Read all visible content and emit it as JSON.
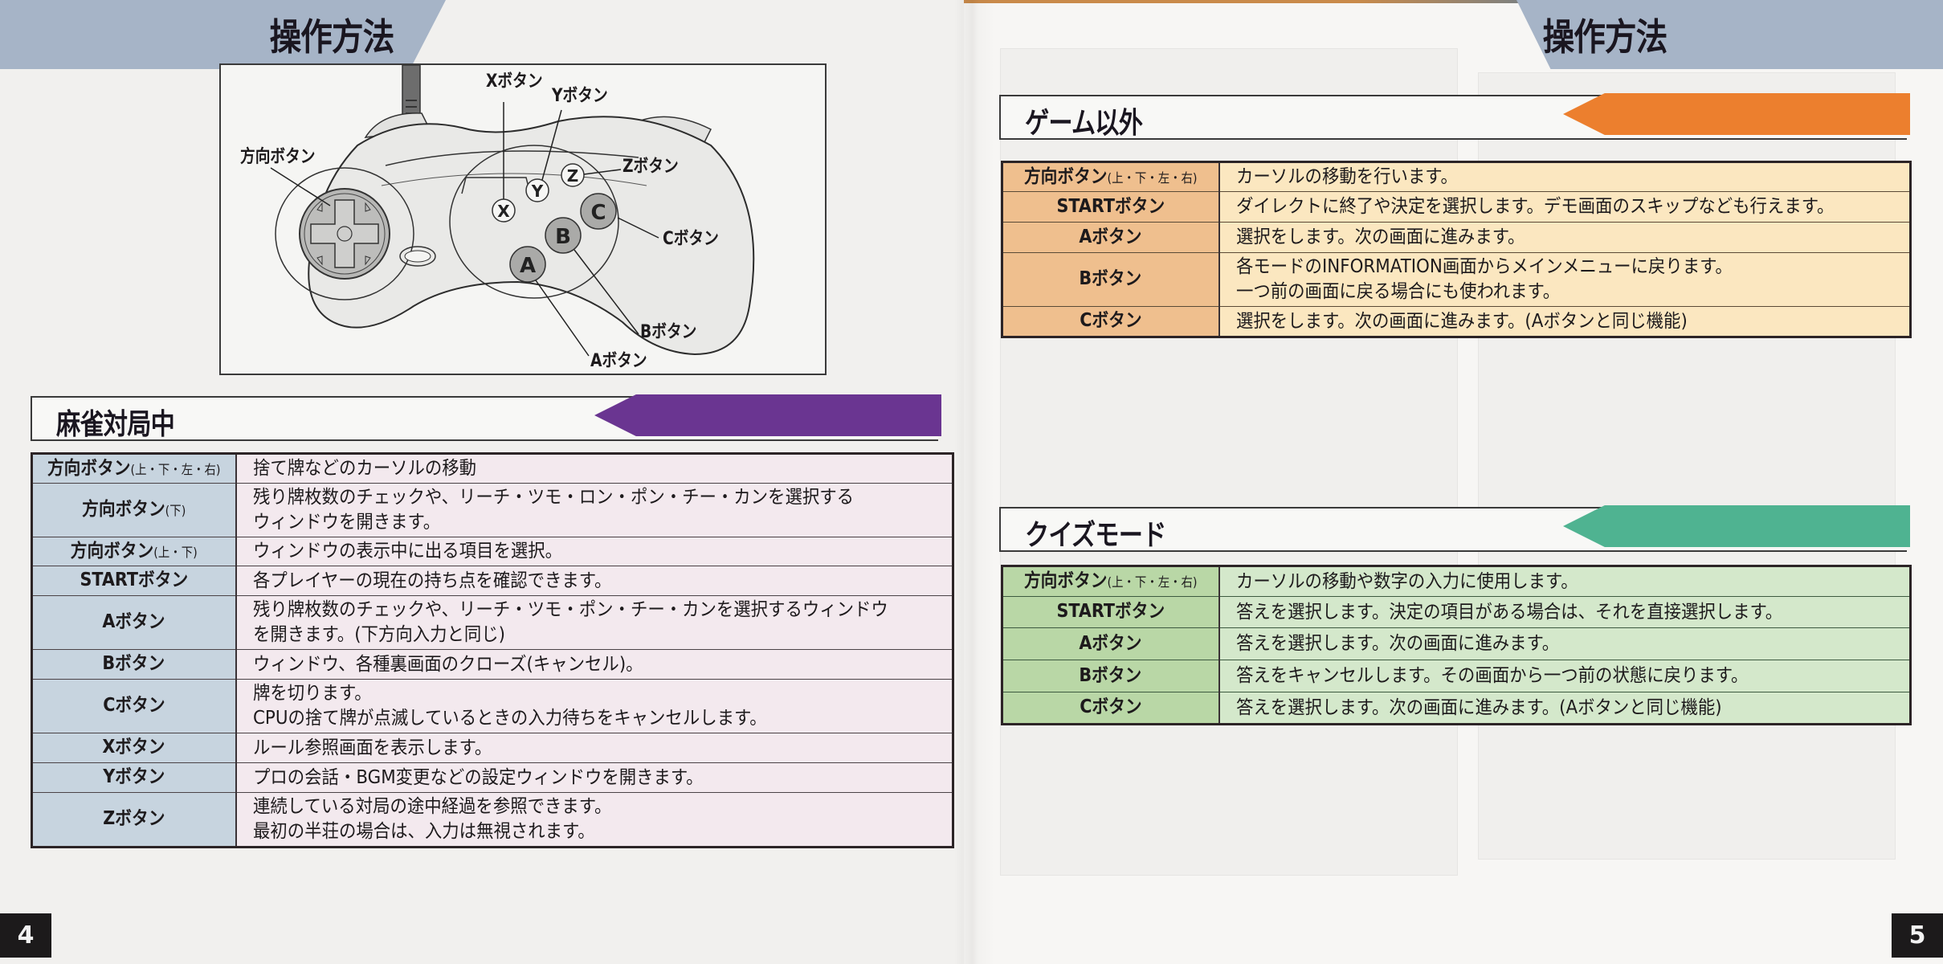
{
  "colors": {
    "title_banner": "#a6b4c7",
    "mahjong_accent": "#6a3591",
    "nongame_accent": "#ec7f2e",
    "quiz_accent": "#4fb391",
    "mahjong_key_bg": "#c7d4df",
    "mahjong_desc_bg": "#f3e9ee",
    "nongame_key_bg": "#efbf8e",
    "nongame_desc_bg": "#fbe7c0",
    "quiz_key_bg": "#b9d7a6",
    "quiz_desc_bg": "#d4e8cb"
  },
  "left_page": {
    "title": "操作方法",
    "page_number": "4",
    "diagram": {
      "labels": {
        "dpad": "方向ボタン",
        "x": "Xボタン",
        "y": "Yボタン",
        "z": "Zボタン",
        "c": "Cボタン",
        "b": "Bボタン",
        "a": "Aボタン"
      },
      "button_glyphs": {
        "x": "X",
        "y": "Y",
        "z": "Z",
        "a": "A",
        "b": "B",
        "c": "C"
      }
    },
    "section": {
      "title": "麻雀対局中",
      "rows": [
        {
          "key": "方向ボタン",
          "key_sub": "(上・下・左・右)",
          "desc": [
            "捨て牌などのカーソルの移動"
          ]
        },
        {
          "key": "方向ボタン",
          "key_sub": "(下)",
          "desc": [
            "残り牌枚数のチェックや、リーチ・ツモ・ロン・ポン・チー・カンを選択する",
            "ウィンドウを開きます。"
          ]
        },
        {
          "key": "方向ボタン",
          "key_sub": "(上・下)",
          "desc": [
            "ウィンドウの表示中に出る項目を選択。"
          ]
        },
        {
          "key": "STARTボタン",
          "key_sub": "",
          "desc": [
            "各プレイヤーの現在の持ち点を確認できます。"
          ]
        },
        {
          "key": "Aボタン",
          "key_sub": "",
          "desc": [
            "残り牌枚数のチェックや、リーチ・ツモ・ポン・チー・カンを選択するウィンドウ",
            "を開きます。(下方向入力と同じ)"
          ]
        },
        {
          "key": "Bボタン",
          "key_sub": "",
          "desc": [
            "ウィンドウ、各種裏画面のクローズ(キャンセル)。"
          ]
        },
        {
          "key": "Cボタン",
          "key_sub": "",
          "desc": [
            "牌を切ります。",
            "CPUの捨て牌が点滅しているときの入力待ちをキャンセルします。"
          ]
        },
        {
          "key": "Xボタン",
          "key_sub": "",
          "desc": [
            "ルール参照画面を表示します。"
          ]
        },
        {
          "key": "Yボタン",
          "key_sub": "",
          "desc": [
            "プロの会話・BGM変更などの設定ウィンドウを開きます。"
          ]
        },
        {
          "key": "Zボタン",
          "key_sub": "",
          "desc": [
            "連続している対局の途中経過を参照できます。",
            "最初の半荘の場合は、入力は無視されます。"
          ]
        }
      ]
    }
  },
  "right_page": {
    "title": "操作方法",
    "page_number": "5",
    "sections": [
      {
        "title": "ゲーム以外",
        "rows": [
          {
            "key": "方向ボタン",
            "key_sub": "(上・下・左・右)",
            "desc": [
              "カーソルの移動を行います。"
            ]
          },
          {
            "key": "STARTボタン",
            "key_sub": "",
            "desc": [
              "ダイレクトに終了や決定を選択します。デモ画面のスキップなども行えます。"
            ]
          },
          {
            "key": "Aボタン",
            "key_sub": "",
            "desc": [
              "選択をします。次の画面に進みます。"
            ]
          },
          {
            "key": "Bボタン",
            "key_sub": "",
            "desc": [
              "各モードのINFORMATION画面からメインメニューに戻ります。",
              "一つ前の画面に戻る場合にも使われます。"
            ]
          },
          {
            "key": "Cボタン",
            "key_sub": "",
            "desc": [
              "選択をします。次の画面に進みます。(Aボタンと同じ機能)"
            ]
          }
        ]
      },
      {
        "title": "クイズモード",
        "rows": [
          {
            "key": "方向ボタン",
            "key_sub": "(上・下・左・右)",
            "desc": [
              "カーソルの移動や数字の入力に使用します。"
            ]
          },
          {
            "key": "STARTボタン",
            "key_sub": "",
            "desc": [
              "答えを選択します。決定の項目がある場合は、それを直接選択します。"
            ]
          },
          {
            "key": "Aボタン",
            "key_sub": "",
            "desc": [
              "答えを選択します。次の画面に進みます。"
            ]
          },
          {
            "key": "Bボタン",
            "key_sub": "",
            "desc": [
              "答えをキャンセルします。その画面から一つ前の状態に戻ります。"
            ]
          },
          {
            "key": "Cボタン",
            "key_sub": "",
            "desc": [
              "答えを選択します。次の画面に進みます。(Aボタンと同じ機能)"
            ]
          }
        ]
      }
    ]
  }
}
